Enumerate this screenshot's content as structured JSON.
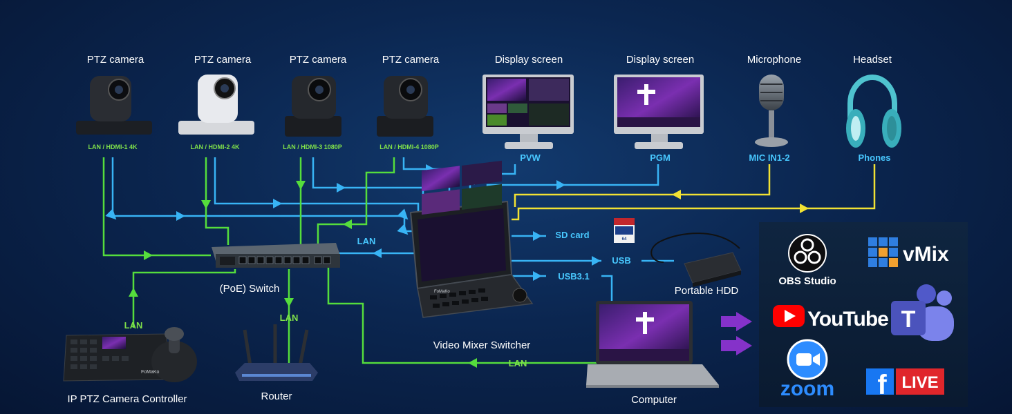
{
  "devices": {
    "cam1": "PTZ camera",
    "cam2": "PTZ camera",
    "cam3": "PTZ camera",
    "cam4": "PTZ camera",
    "display1": "Display screen",
    "display2": "Display screen",
    "microphone": "Microphone",
    "headset": "Headset",
    "switch": "(PoE) Switch",
    "mixer": "Video Mixer Switcher",
    "hdd": "Portable HDD",
    "computer": "Computer",
    "router": "Router",
    "controller": "IP PTZ Camera Controller"
  },
  "ports": {
    "cam1": "LAN / HDMI-1 4K",
    "cam2": "LAN / HDMI-2 4K",
    "cam3": "LAN / HDMI-3 1080P",
    "cam4": "LAN / HDMI-4 1080P",
    "pvw": "PVW",
    "pgm": "PGM",
    "mic": "MIC IN1-2",
    "phones": "Phones"
  },
  "links": {
    "lan_mixer": "LAN",
    "sd": "SD card",
    "usb": "USB",
    "usb31": "USB3.1",
    "lan_controller": "LAN",
    "lan_router": "LAN",
    "lan_computer": "LAN"
  },
  "platforms": {
    "obs": "OBS Studio",
    "vmix": "vMix",
    "youtube": "YouTube",
    "zoom": "zoom",
    "live": "LIVE",
    "teams_letter": "T",
    "fb_letter": "f"
  },
  "device_marks": {
    "sd_capacity": "64",
    "mixer_brand": "FoMaKo",
    "controller_brand": "FoMaKo"
  },
  "colors": {
    "video": "#38b4f5",
    "lan": "#55dd3c",
    "audio": "#f2e233",
    "stream": "#9b35e0",
    "port_text": "#48c8ff",
    "cam_port_text": "#7fe04a"
  }
}
